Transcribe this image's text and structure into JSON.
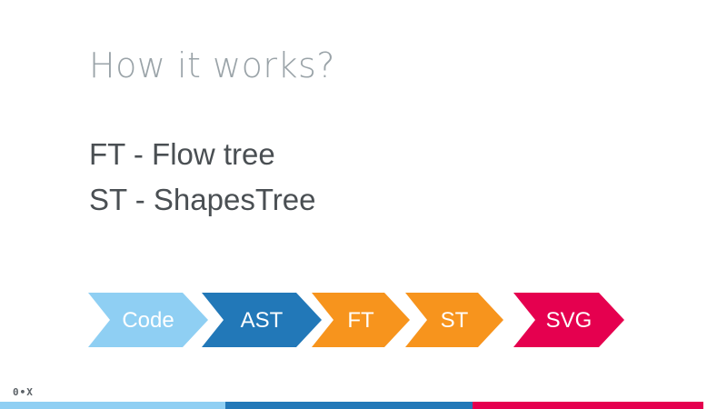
{
  "slide": {
    "title": "How it works?",
    "definitions": [
      "FT - Flow tree",
      "ST - ShapesTree"
    ],
    "logo_text": "0•X"
  },
  "pipeline": [
    {
      "label": "Code",
      "color": "#8fcff3"
    },
    {
      "label": "AST",
      "color": "#2278b8"
    },
    {
      "label": "FT",
      "color": "#f7941d"
    },
    {
      "label": "ST",
      "color": "#f7941d"
    },
    {
      "label": "SVG",
      "color": "#e5004f"
    }
  ],
  "footer_colors": [
    "#8fcff3",
    "#2278b8",
    "#e5004f"
  ]
}
